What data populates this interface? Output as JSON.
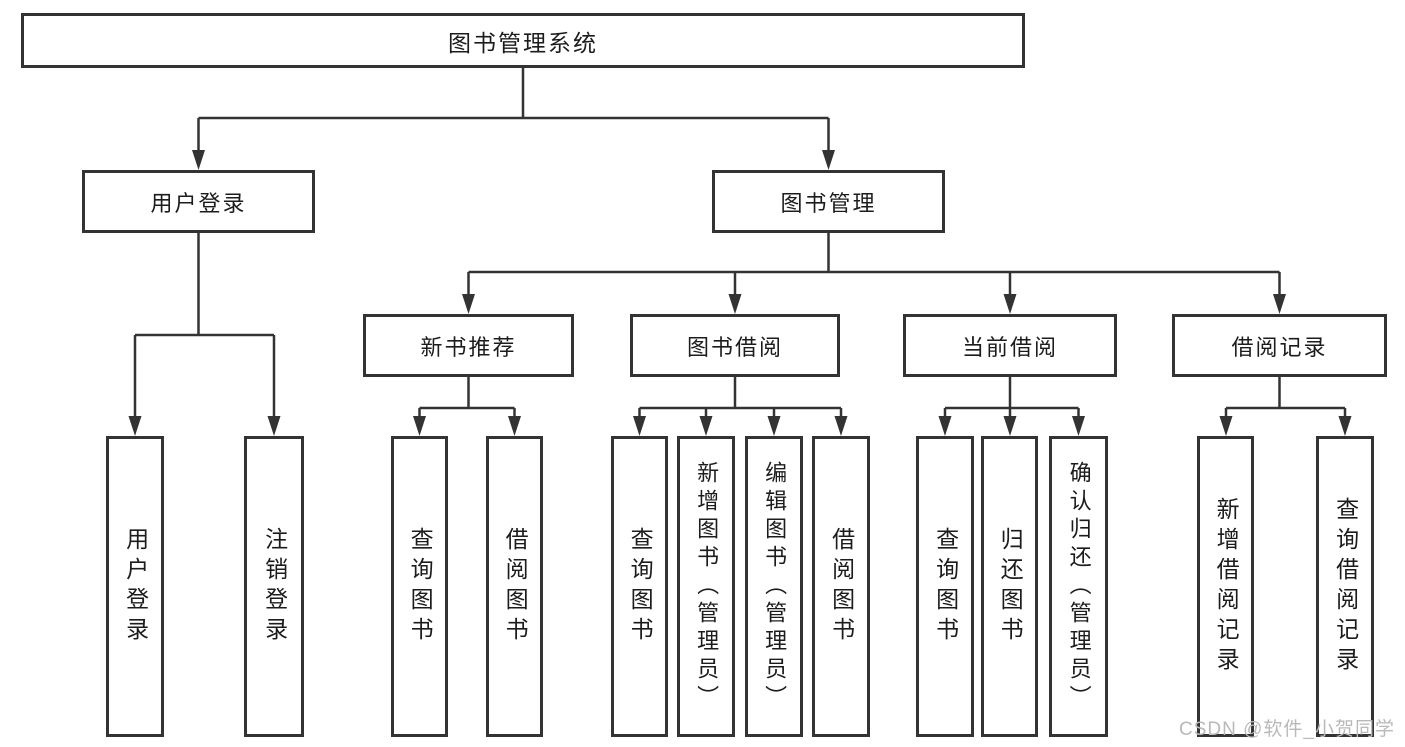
{
  "diagram": {
    "title": {
      "label": "图书管理系统"
    },
    "level2": [
      {
        "label": "用户登录"
      },
      {
        "label": "图书管理"
      }
    ],
    "level3": [
      {
        "label": "新书推荐"
      },
      {
        "label": "图书借阅"
      },
      {
        "label": "当前借阅"
      },
      {
        "label": "借阅记录"
      }
    ],
    "leaves": [
      {
        "label": "用户登录"
      },
      {
        "label": "注销登录"
      },
      {
        "label": "查询图书"
      },
      {
        "label": "借阅图书"
      },
      {
        "label": "查询图书"
      },
      {
        "label": "新增图书（管理员）"
      },
      {
        "label": "编辑图书（管理员）"
      },
      {
        "label": "借阅图书"
      },
      {
        "label": "查询图书"
      },
      {
        "label": "归还图书"
      },
      {
        "label": "确认归还（管理员）"
      },
      {
        "label": "新增借阅记录"
      },
      {
        "label": "查询借阅记录"
      }
    ]
  },
  "watermark": {
    "text": "CSDN @软件_小贺同学"
  },
  "colors": {
    "line": "#333333",
    "text": "#1c1c1c",
    "watermark": "#b9b9b9",
    "background": "#ffffff"
  }
}
